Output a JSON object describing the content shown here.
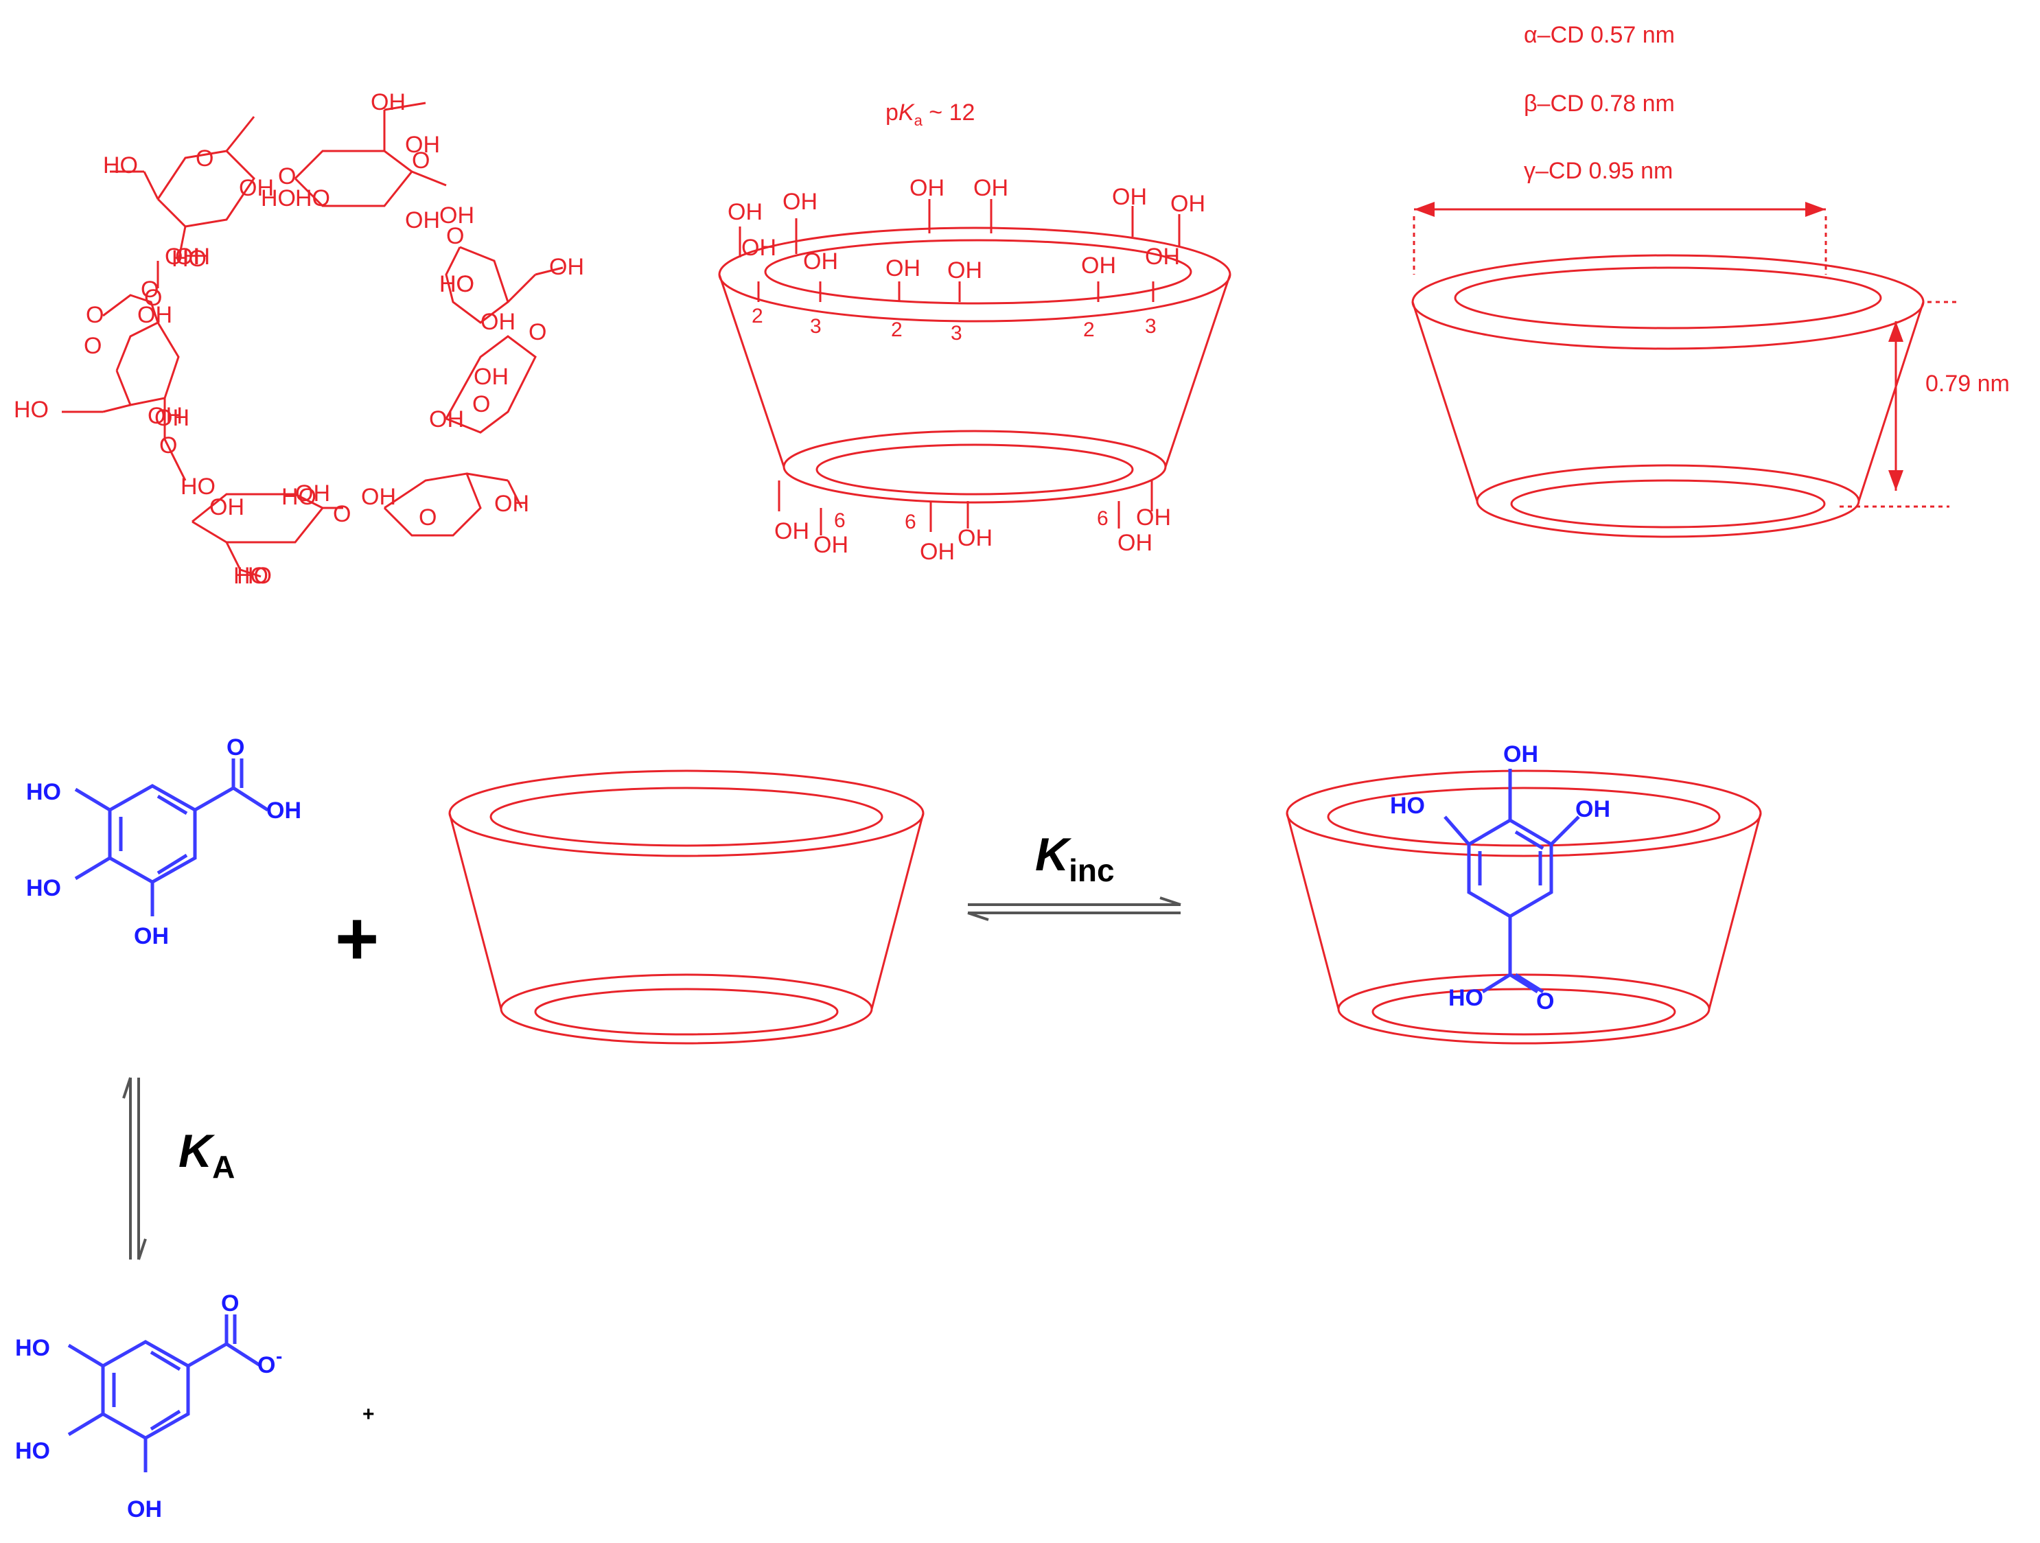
{
  "colors": {
    "cyclodextrin": "#e8232a",
    "guest": "#1a1aff",
    "arrow": "#555555"
  },
  "cd_macrocycle": {
    "labels": [
      "OH",
      "HO",
      "O",
      "OH",
      "O",
      "HO",
      "OH",
      "OH",
      "O",
      "OH",
      "O",
      "OH",
      "HO",
      "OH",
      "O",
      "OH",
      "O",
      "OH",
      "HO",
      "OH",
      "O",
      "HO",
      "OH",
      "O",
      "OH",
      "OH",
      "HO",
      "O",
      "HO",
      "OH",
      "O",
      "HO",
      "OH",
      "O",
      "HO",
      "OH",
      "O",
      "OH",
      "HO",
      "OH",
      "O",
      "HO"
    ]
  },
  "cd_hydroxyl_cone": {
    "pka_prefix": "p",
    "pka_k": "K",
    "pka_sub": "a",
    "pka_suffix": " ~ 12",
    "oh": "OH",
    "num2": "2",
    "num3": "3",
    "num6": "6"
  },
  "cd_dimensions": {
    "alpha": "α–CD 0.57 nm",
    "beta": "β–CD 0.78 nm",
    "gamma": "γ–CD 0.95 nm",
    "height": "0.79 nm"
  },
  "equilibrium": {
    "plus": "+",
    "k_inc_main": "K",
    "k_inc_sub": "inc",
    "k_a_main": "K",
    "k_a_sub": "A",
    "small_plus": "+"
  },
  "gallic_acid": {
    "ho": "HO",
    "oh": "OH",
    "o": "O",
    "o_minus": "O",
    "minus": "-"
  }
}
